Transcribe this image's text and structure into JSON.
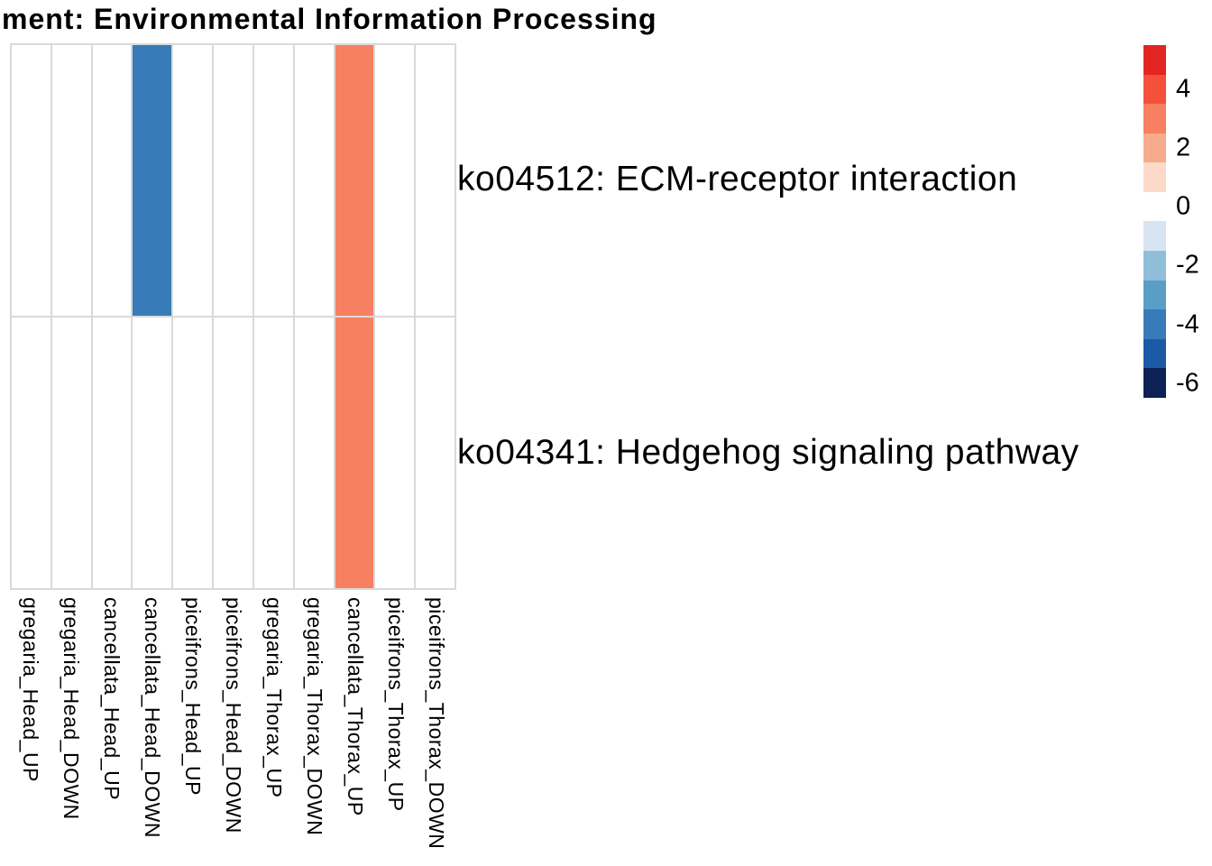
{
  "title": "ment: Environmental Information Processing",
  "chart_data": {
    "type": "heatmap",
    "title": "ment: Environmental Information Processing",
    "columns": [
      "gregaria_Head_UP",
      "gregaria_Head_DOWN",
      "cancellata_Head_UP",
      "cancellata_Head_DOWN",
      "piceifrons_Head_UP",
      "piceifrons_Head_DOWN",
      "gregaria_Thorax_UP",
      "gregaria_Thorax_DOWN",
      "cancellata_Thorax_UP",
      "piceifrons_Thorax_UP",
      "piceifrons_Thorax_DOWN"
    ],
    "rows": [
      "ko04512: ECM-receptor interaction",
      "ko04341: Hedgehog signaling pathway"
    ],
    "matrix": [
      [
        null,
        null,
        null,
        -4,
        null,
        null,
        null,
        null,
        3,
        null,
        null
      ],
      [
        null,
        null,
        null,
        null,
        null,
        null,
        null,
        null,
        3,
        null,
        null
      ]
    ],
    "legend": {
      "tick_labels": [
        "4",
        "2",
        "0",
        "-2",
        "-4",
        "-6"
      ],
      "tick_values": [
        4,
        2,
        0,
        -2,
        -4,
        -6
      ],
      "domain_top": 5.5,
      "domain_bottom": -6.5,
      "palette_top_to_bottom": [
        "#e32522",
        "#f4503b",
        "#f68061",
        "#f7ab8d",
        "#fcd9c8",
        "#ffffff",
        "#d7e4f1",
        "#90bed8",
        "#5a9ec8",
        "#377cb8",
        "#1d5aa6",
        "#0e2154"
      ]
    },
    "colors": {
      "grid": "#d9d9d9",
      "empty_cell": "#ffffff",
      "positive_cell": "#f68061",
      "negative_cell": "#377cb8",
      "text": "#000000"
    },
    "layout_hints": {
      "grid_on": true,
      "legend_position": "right",
      "column_labels_rotated": "90deg-clockwise"
    }
  }
}
